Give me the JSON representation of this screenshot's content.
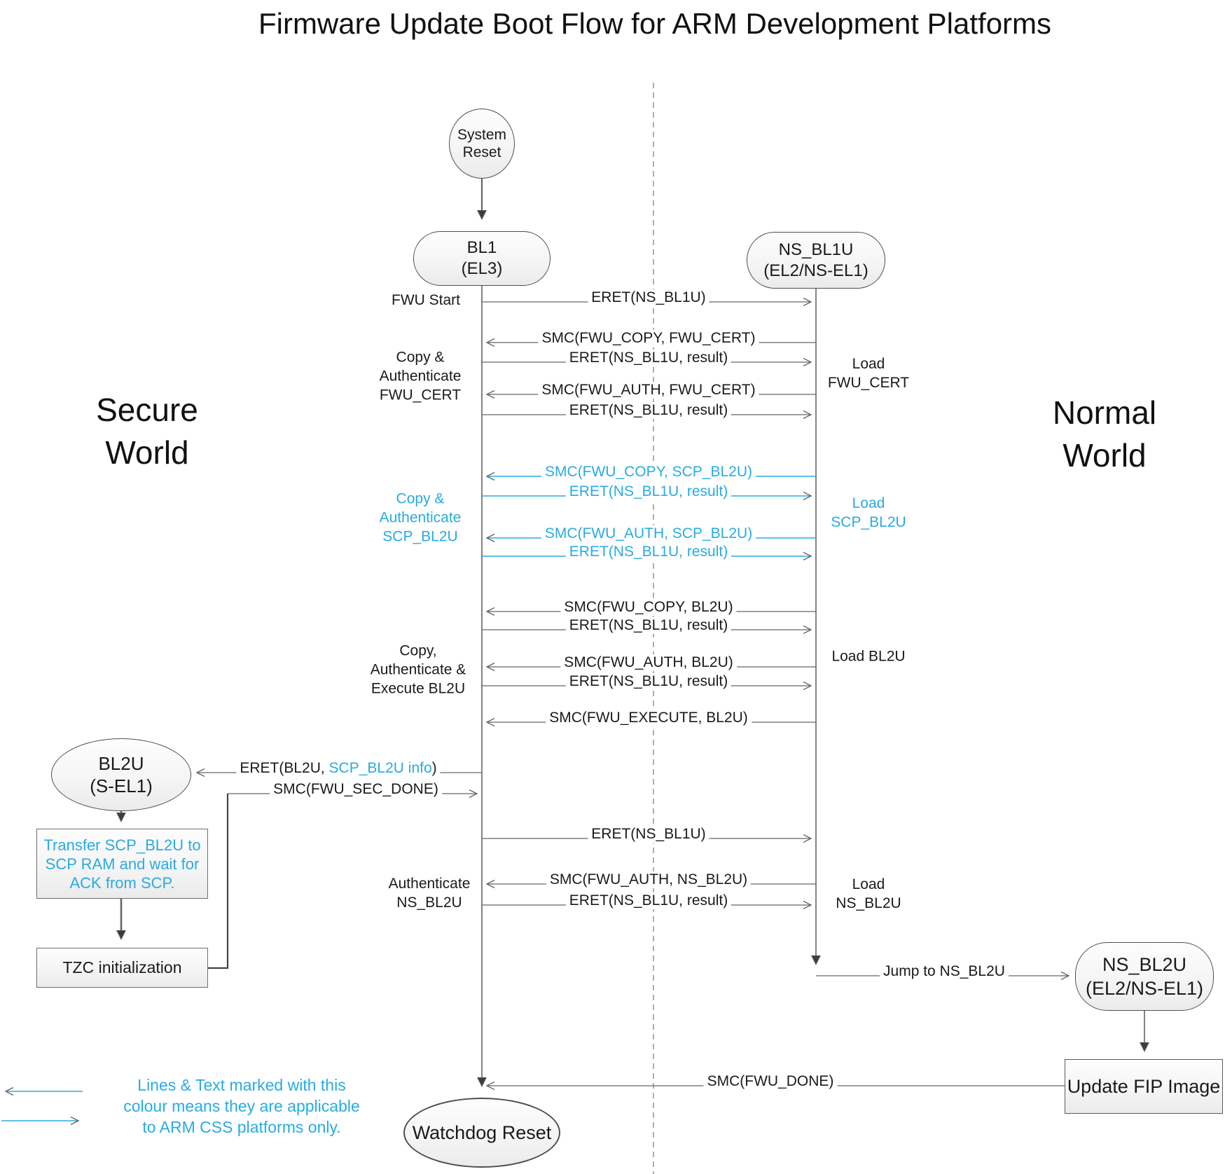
{
  "title": "Firmware Update Boot Flow for ARM Development Platforms",
  "worlds": {
    "secure_line1": "Secure",
    "secure_line2": "World",
    "normal_line1": "Normal",
    "normal_line2": "World"
  },
  "nodes": {
    "system_reset": {
      "line1": "System",
      "line2": "Reset"
    },
    "bl1": {
      "line1": "BL1",
      "line2": "(EL3)"
    },
    "ns_bl1u": {
      "line1": "NS_BL1U",
      "line2": "(EL2/NS-EL1)"
    },
    "bl2u": {
      "line1": "BL2U",
      "line2": "(S-EL1)"
    },
    "transfer": {
      "line1": "Transfer SCP_BL2U to",
      "line2": "SCP RAM and wait for",
      "line3": "ACK from SCP."
    },
    "tzc": {
      "label": "TZC initialization"
    },
    "ns_bl2u": {
      "line1": "NS_BL2U",
      "line2": "(EL2/NS-EL1)"
    },
    "update_fip": {
      "label": "Update FIP Image"
    },
    "watchdog": {
      "label": "Watchdog Reset"
    }
  },
  "messages": {
    "eret_ns_bl1u": "ERET(NS_BL1U)",
    "eret_ns_bl1u_result": "ERET(NS_BL1U, result)",
    "smc_fwu_copy_fwu_cert": "SMC(FWU_COPY, FWU_CERT)",
    "smc_fwu_auth_fwu_cert": "SMC(FWU_AUTH, FWU_CERT)",
    "smc_fwu_copy_scp_bl2u": "SMC(FWU_COPY, SCP_BL2U)",
    "smc_fwu_auth_scp_bl2u": "SMC(FWU_AUTH, SCP_BL2U)",
    "smc_fwu_copy_bl2u": "SMC(FWU_COPY, BL2U)",
    "smc_fwu_auth_bl2u": "SMC(FWU_AUTH, BL2U)",
    "smc_fwu_execute_bl2u": "SMC(FWU_EXECUTE, BL2U)",
    "eret_bl2u_prefix": "ERET(BL2U, ",
    "eret_bl2u_blue": "SCP_BL2U info",
    "eret_bl2u_suffix": ")",
    "smc_fwu_sec_done": "SMC(FWU_SEC_DONE)",
    "smc_fwu_auth_ns_bl2u": "SMC(FWU_AUTH, NS_BL2U)",
    "jump_to_ns_bl2u": "Jump to NS_BL2U",
    "smc_fwu_done": "SMC(FWU_DONE)"
  },
  "side_labels": {
    "fwu_start": "FWU Start",
    "copy_auth_fwu_cert": {
      "line1": "Copy &",
      "line2": "Authenticate",
      "line3": "FWU_CERT"
    },
    "copy_auth_scp_bl2u": {
      "line1": "Copy &",
      "line2": "Authenticate",
      "line3": "SCP_BL2U"
    },
    "copy_auth_exec_bl2u": {
      "line1": "Copy,",
      "line2": "Authenticate &",
      "line3": "Execute BL2U"
    },
    "auth_ns_bl2u": {
      "line1": "Authenticate",
      "line2": "NS_BL2U"
    },
    "load_fwu_cert": {
      "line1": "Load",
      "line2": "FWU_CERT"
    },
    "load_scp_bl2u": {
      "line1": "Load",
      "line2": "SCP_BL2U"
    },
    "load_bl2u": "Load BL2U",
    "load_ns_bl2u": {
      "line1": "Load",
      "line2": "NS_BL2U"
    }
  },
  "legend": {
    "line1": "Lines & Text marked with this",
    "line2": "colour means they are applicable",
    "line3": "to ARM CSS platforms only."
  },
  "colors": {
    "accent": "#29abe2",
    "line": "#666666",
    "text": "#1a1a1a",
    "node_border": "#4f4f4f"
  }
}
